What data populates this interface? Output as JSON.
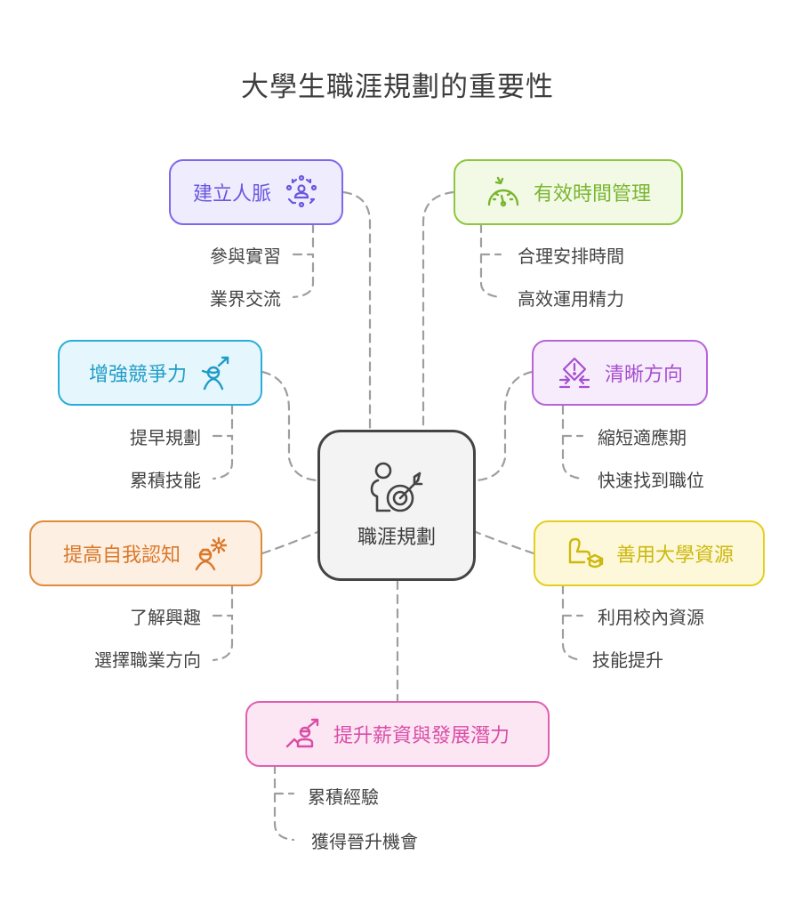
{
  "title": "大學生職涯規劃的重要性",
  "center": {
    "label": "職涯規劃",
    "icon": "person-target-icon"
  },
  "branches": [
    {
      "id": "network",
      "label": "建立人脈",
      "icon": "network-people-icon",
      "colors": {
        "border": "#7b68ee",
        "fill": "#efedfd",
        "text": "#6a56e0"
      },
      "children": [
        "參與實習",
        "業界交流"
      ]
    },
    {
      "id": "time",
      "label": "有效時間管理",
      "icon": "speedometer-icon",
      "colors": {
        "border": "#8dc63f",
        "fill": "#f2fae6",
        "text": "#7ab530"
      },
      "children": [
        "合理安排時間",
        "高效運用精力"
      ]
    },
    {
      "id": "compete",
      "label": "增強競爭力",
      "icon": "person-growth-icon",
      "colors": {
        "border": "#29aedb",
        "fill": "#e5f6fc",
        "text": "#1e9cc8"
      },
      "children": [
        "提早規劃",
        "累積技能"
      ]
    },
    {
      "id": "direction",
      "label": "清晰方向",
      "icon": "focus-alert-icon",
      "colors": {
        "border": "#b565d9",
        "fill": "#f7ecfc",
        "text": "#a74fcf"
      },
      "children": [
        "縮短適應期",
        "快速找到職位"
      ]
    },
    {
      "id": "selfaware",
      "label": "提高自我認知",
      "icon": "worker-gear-icon",
      "colors": {
        "border": "#e08a3a",
        "fill": "#fdefe2",
        "text": "#d9782a"
      },
      "children": [
        "了解興趣",
        "選擇職業方向"
      ]
    },
    {
      "id": "resources",
      "label": "善用大學資源",
      "icon": "arm-graduation-icon",
      "colors": {
        "border": "#e3cf1e",
        "fill": "#fdf8d9",
        "text": "#cdb80f"
      },
      "children": [
        "利用校內資源",
        "技能提升"
      ]
    },
    {
      "id": "salary",
      "label": "提升薪資與發展潛力",
      "icon": "career-growth-icon",
      "colors": {
        "border": "#e060b0",
        "fill": "#fde6f4",
        "text": "#d84ea6"
      },
      "children": [
        "累積經驗",
        "獲得晉升機會"
      ]
    }
  ]
}
